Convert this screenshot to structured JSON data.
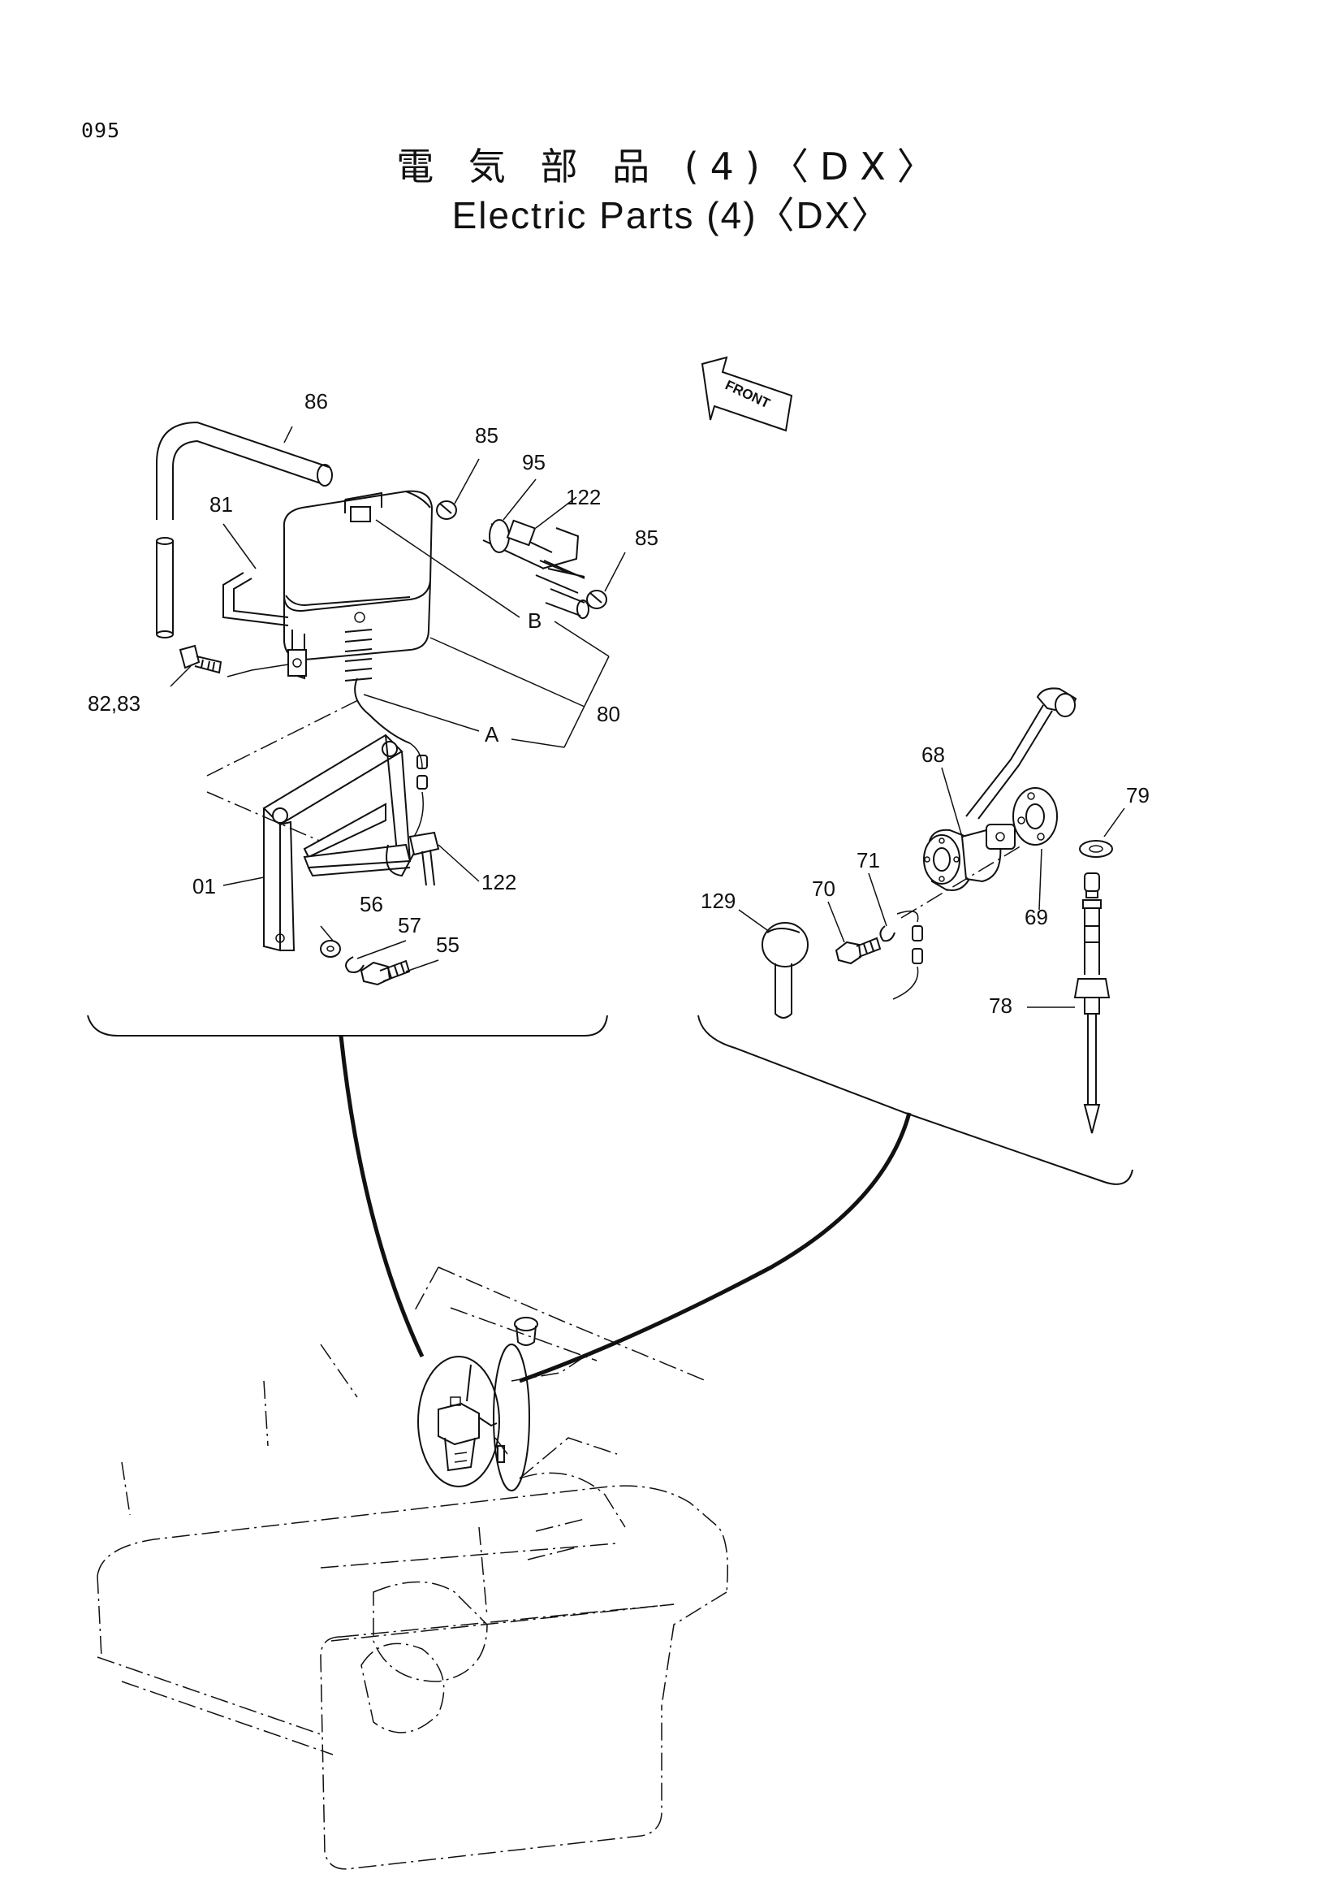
{
  "page_number": "095",
  "title": {
    "ja": "電 気 部 品 (4)〈DX〉",
    "en": "Electric Parts (4)〈DX〉"
  },
  "front_label": "FRONT",
  "callouts": {
    "c86": "86",
    "c85a": "85",
    "c95": "95",
    "c122a": "122",
    "c85b": "85",
    "c81": "81",
    "cB": "B",
    "c8283": "82,83",
    "c80": "80",
    "cA": "A",
    "c01": "01",
    "c122b": "122",
    "c56": "56",
    "c57": "57",
    "c55": "55",
    "c68": "68",
    "c79": "79",
    "c71": "71",
    "c70": "70",
    "c129": "129",
    "c69": "69",
    "c78": "78"
  }
}
